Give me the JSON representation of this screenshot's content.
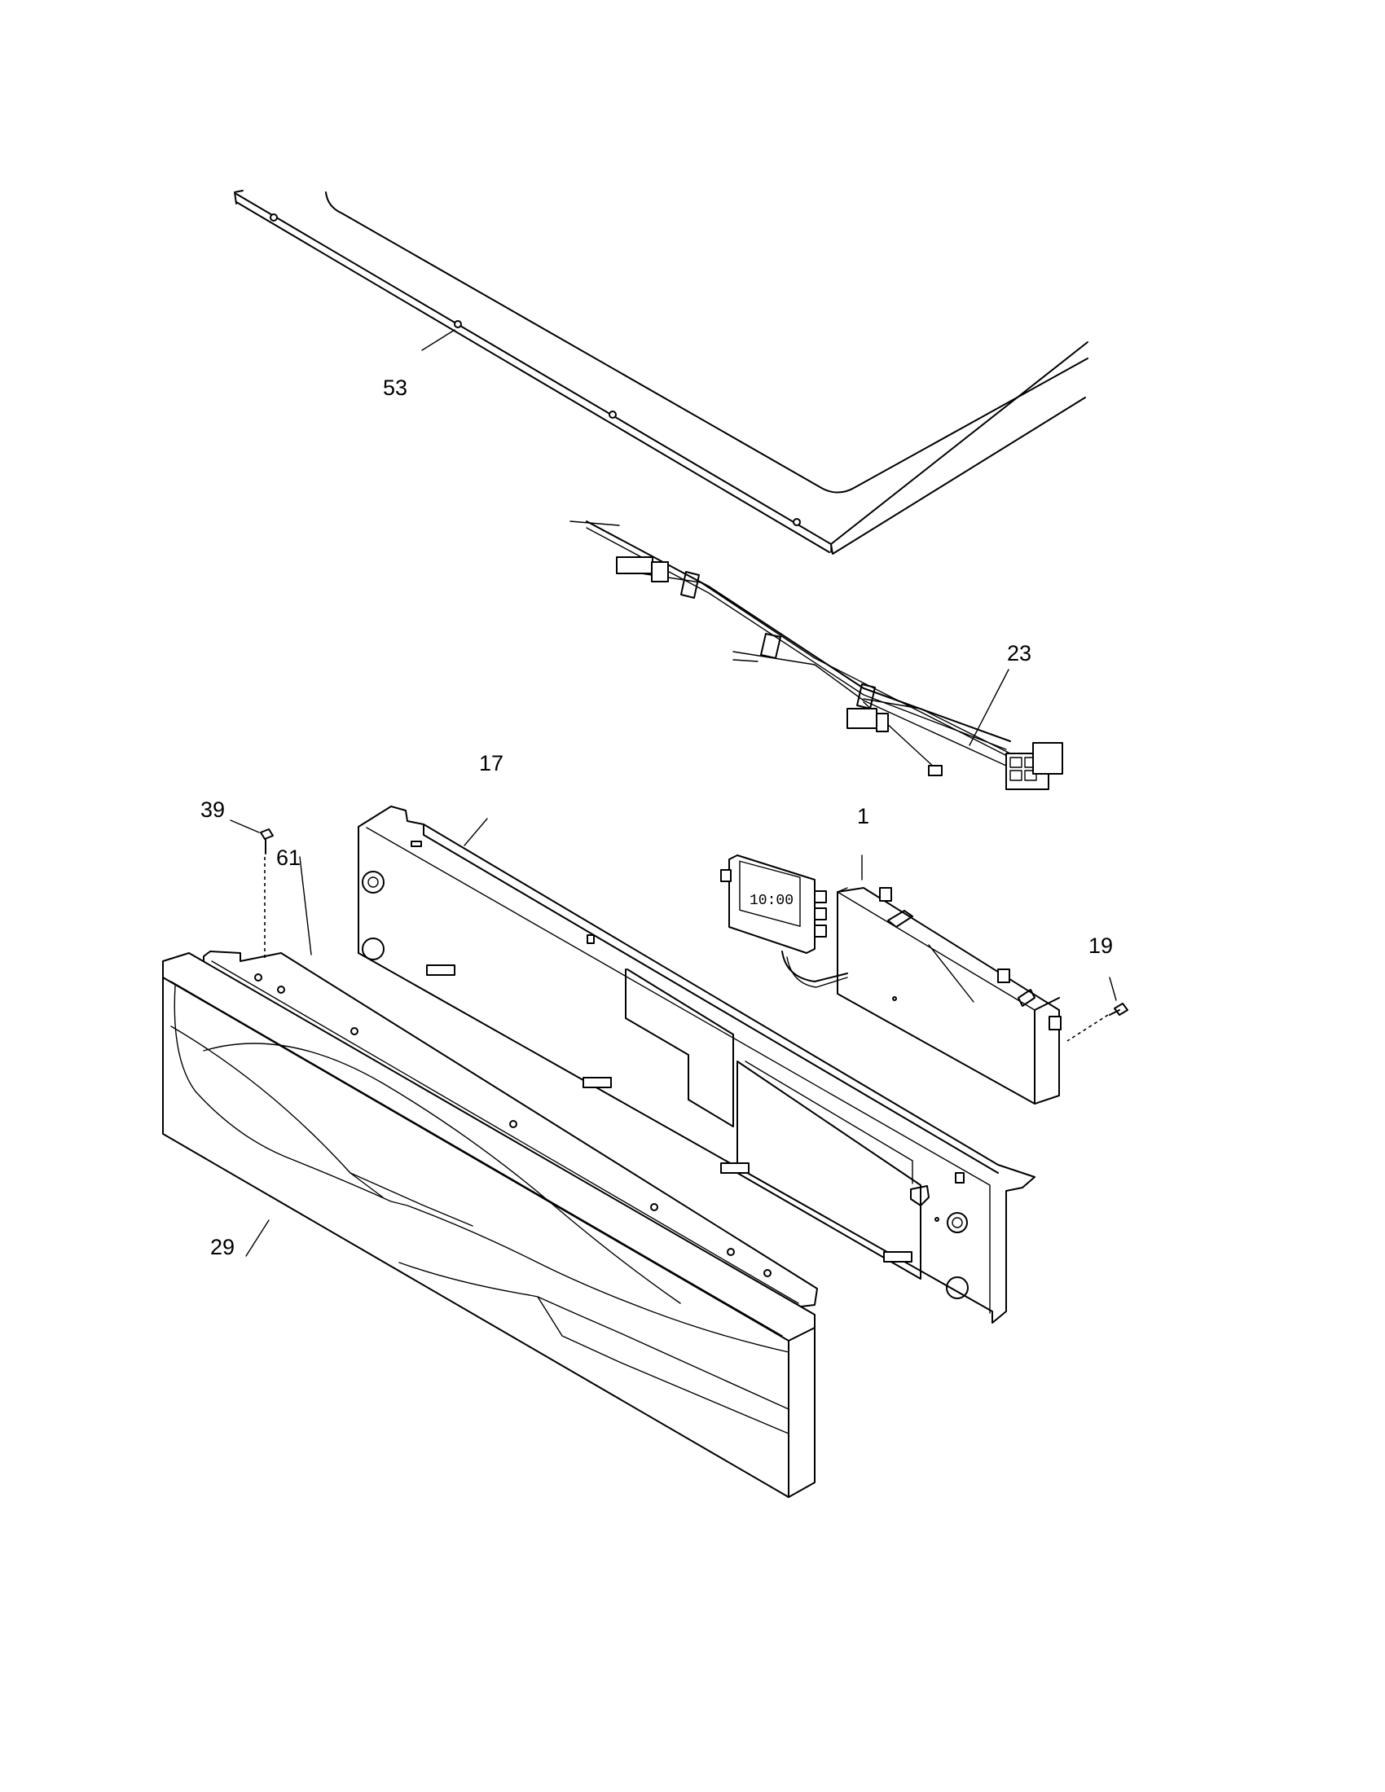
{
  "diagram": {
    "parts": [
      {
        "id": "part-53",
        "callout": "53"
      },
      {
        "id": "part-23",
        "callout": "23"
      },
      {
        "id": "part-17",
        "callout": "17"
      },
      {
        "id": "part-1",
        "callout": "1"
      },
      {
        "id": "part-39",
        "callout": "39"
      },
      {
        "id": "part-61",
        "callout": "61"
      },
      {
        "id": "part-19",
        "callout": "19"
      },
      {
        "id": "part-29",
        "callout": "29"
      }
    ],
    "clock_display": "10:00"
  }
}
